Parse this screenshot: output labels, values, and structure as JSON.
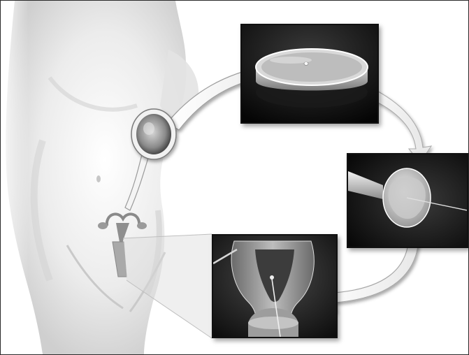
{
  "diagram": {
    "stages": [
      {
        "id": "egg-retrieval",
        "icon": "oocyte-icon"
      },
      {
        "id": "petri-dish-fertilization",
        "icon": "petri-dish-icon"
      },
      {
        "id": "sperm-injection",
        "icon": "micropipette-icon"
      },
      {
        "id": "embryo-transfer",
        "icon": "uterus-icon"
      }
    ],
    "colors": {
      "frame": "#2a2a2a",
      "panel_background": "#000000",
      "arrow": "#f4f4f4",
      "body_skin": "#e6e6e6"
    }
  }
}
